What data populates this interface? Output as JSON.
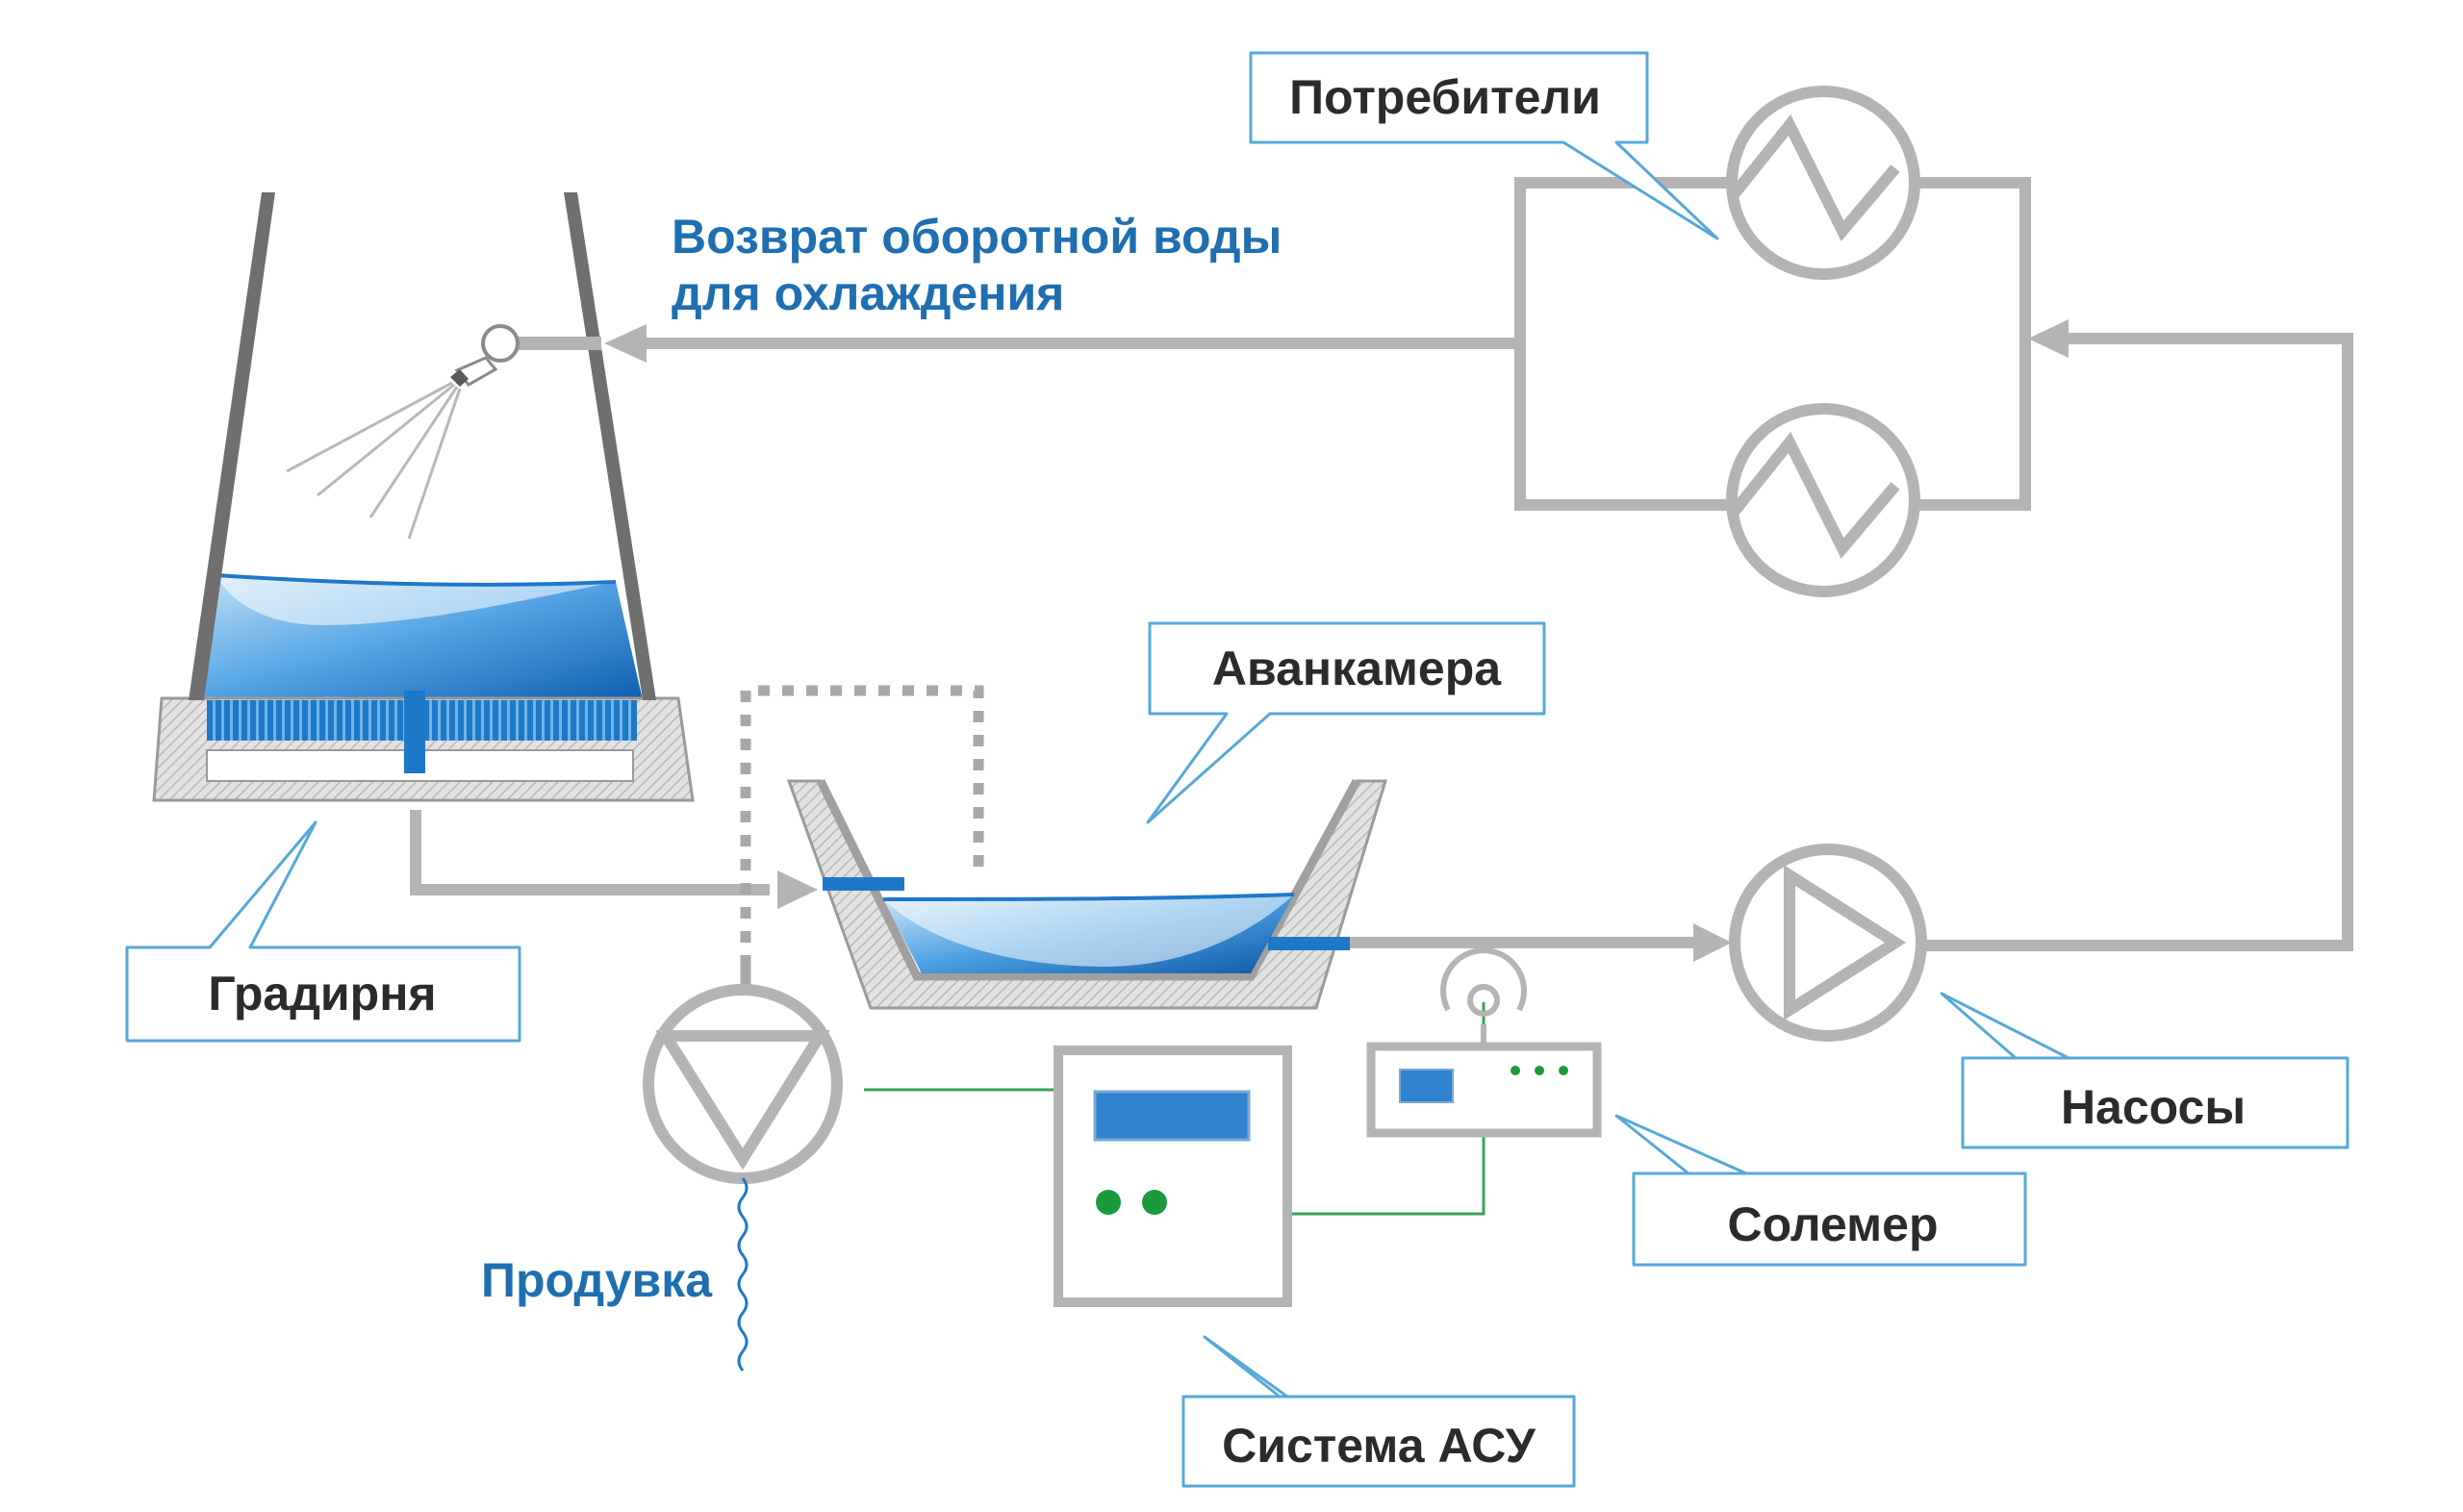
{
  "labels": {
    "consumers": "Потребители",
    "return_line1": "Возврат оборотной воды",
    "return_line2": "для охлаждения",
    "cooling_tower": "Градирня",
    "forebay": "Аванкамера",
    "pumps": "Насосы",
    "salinity_meter": "Солемер",
    "blowdown": "Продувка",
    "acs_system": "Система АСУ"
  },
  "colors": {
    "pipe": "#b4b4b4",
    "frame": "#9a9a9a",
    "water": "#1e78c8",
    "water_light": "#8ec6f2",
    "callout_border": "#56a8d8",
    "signal_line": "#39a35a",
    "indicator": "#1b9a3c",
    "text_dark": "#2b2b2b",
    "text_blue": "#1f6fb0"
  },
  "icons": [
    "spray-nozzle-icon",
    "heat-exchanger-icon",
    "pump-icon",
    "blowdown-pump-icon",
    "antenna-icon"
  ]
}
